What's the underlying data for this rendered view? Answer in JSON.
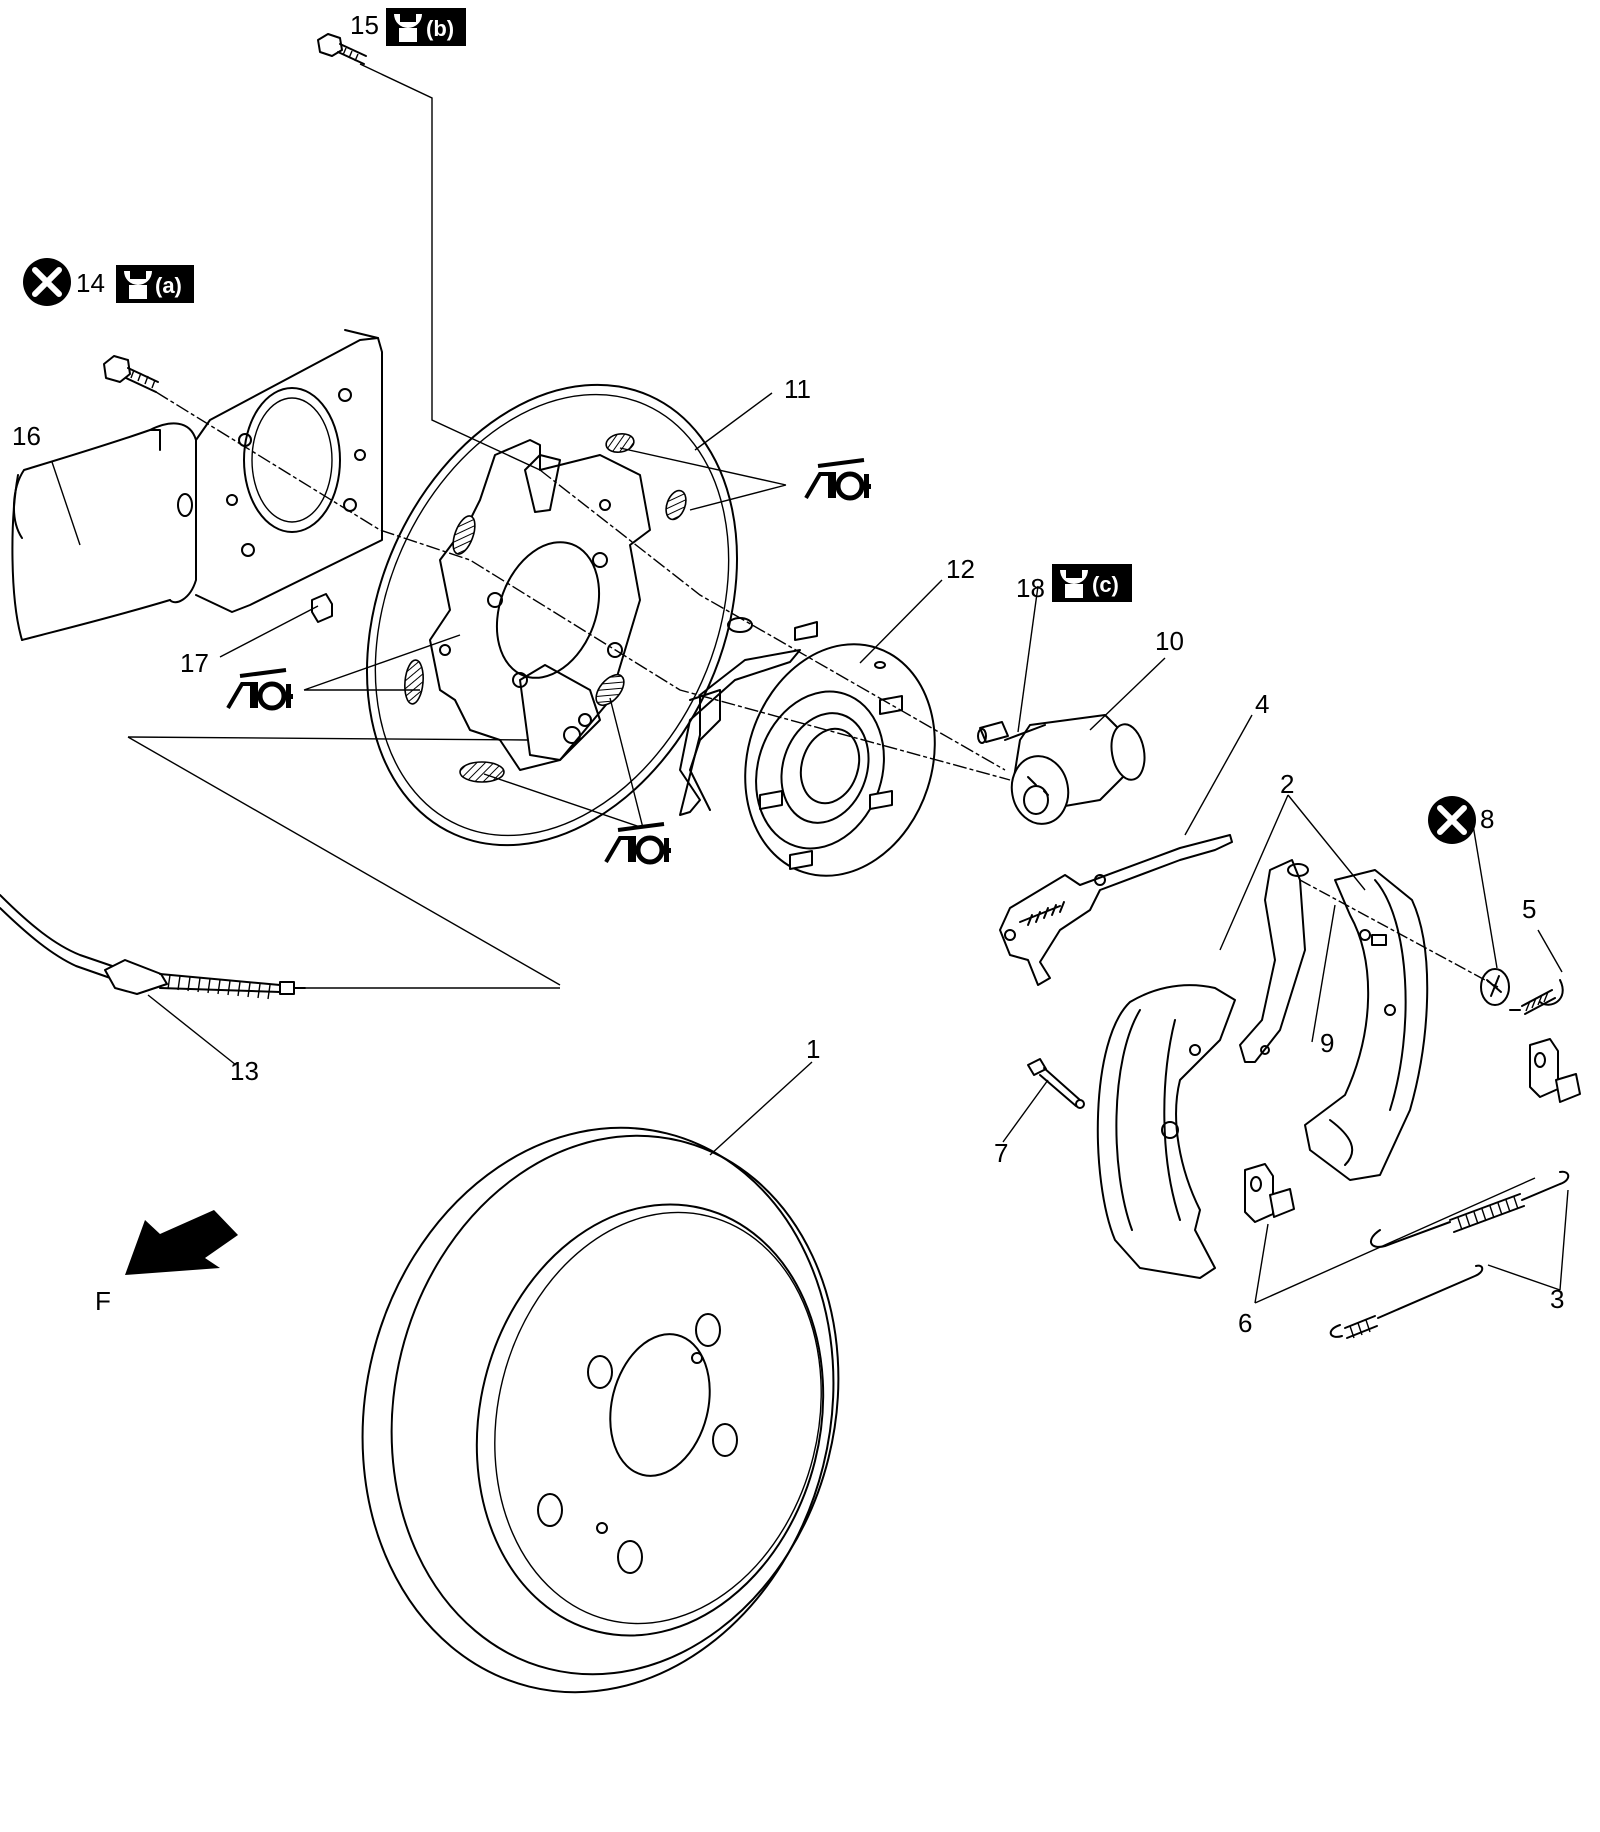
{
  "callouts": [
    {
      "id": "c1",
      "text": "1"
    },
    {
      "id": "c2",
      "text": "2"
    },
    {
      "id": "c3",
      "text": "3"
    },
    {
      "id": "c4",
      "text": "4"
    },
    {
      "id": "c5",
      "text": "5"
    },
    {
      "id": "c6",
      "text": "6"
    },
    {
      "id": "c7",
      "text": "7"
    },
    {
      "id": "c8",
      "text": "8"
    },
    {
      "id": "c9",
      "text": "9"
    },
    {
      "id": "c10",
      "text": "10"
    },
    {
      "id": "c11",
      "text": "11"
    },
    {
      "id": "c12",
      "text": "12"
    },
    {
      "id": "c13",
      "text": "13"
    },
    {
      "id": "c14",
      "text": "14"
    },
    {
      "id": "c15",
      "text": "15"
    },
    {
      "id": "c16",
      "text": "16"
    },
    {
      "id": "c17",
      "text": "17"
    },
    {
      "id": "c18",
      "text": "18"
    }
  ],
  "torque_tags": {
    "a": "(a)",
    "b": "(b)",
    "c": "(c)"
  },
  "direction_label": "F",
  "icons": {
    "do_not_reuse": "do-not-reuse-icon",
    "torque": "torque-wrench-icon",
    "sealant": "sealant-icon",
    "front_arrow": "front-direction-arrow-icon"
  },
  "colors": {
    "ink": "#000000",
    "paper": "#ffffff"
  }
}
